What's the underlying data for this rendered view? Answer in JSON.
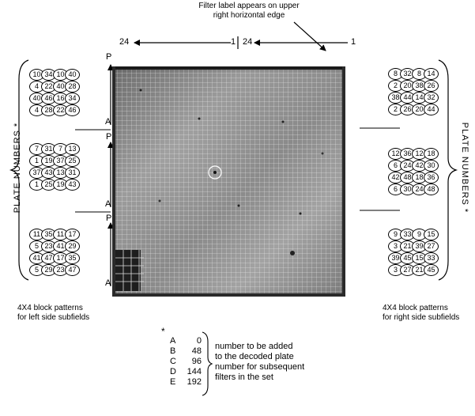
{
  "top_note": {
    "line1": "Filter label appears on upper",
    "line2": "right horizontal edge"
  },
  "numbering": {
    "left_start": "24",
    "left_end": "1",
    "right_start": "24",
    "right_end": "1"
  },
  "side_letters": {
    "p": "P",
    "a": "A"
  },
  "plate_numbers_label": "PLATE NUMBERS *",
  "left_blocks": [
    [
      "10",
      "34",
      "10",
      "40",
      "4",
      "22",
      "40",
      "28",
      "40",
      "46",
      "16",
      "34",
      "4",
      "28",
      "22",
      "46"
    ],
    [
      "7",
      "31",
      "7",
      "13",
      "1",
      "19",
      "37",
      "25",
      "37",
      "43",
      "13",
      "31",
      "1",
      "25",
      "19",
      "43"
    ],
    [
      "11",
      "35",
      "11",
      "17",
      "5",
      "23",
      "41",
      "29",
      "41",
      "47",
      "17",
      "35",
      "5",
      "29",
      "23",
      "47"
    ]
  ],
  "right_blocks": [
    [
      "8",
      "32",
      "8",
      "14",
      "2",
      "20",
      "38",
      "26",
      "38",
      "44",
      "14",
      "32",
      "2",
      "26",
      "20",
      "44"
    ],
    [
      "12",
      "36",
      "12",
      "18",
      "6",
      "24",
      "42",
      "30",
      "42",
      "48",
      "18",
      "36",
      "6",
      "30",
      "24",
      "48"
    ],
    [
      "9",
      "33",
      "9",
      "15",
      "3",
      "21",
      "39",
      "27",
      "39",
      "45",
      "15",
      "33",
      "3",
      "27",
      "21",
      "45"
    ]
  ],
  "left_caption": {
    "line1": "4X4 block patterns",
    "line2": "for left side subfields"
  },
  "right_caption": {
    "line1": "4X4 block patterns",
    "line2": "for right side subfields"
  },
  "footnote": {
    "marker": "*",
    "rows": [
      {
        "letter": "A",
        "value": "0"
      },
      {
        "letter": "B",
        "value": "48"
      },
      {
        "letter": "C",
        "value": "96"
      },
      {
        "letter": "D",
        "value": "144"
      },
      {
        "letter": "E",
        "value": "192"
      }
    ],
    "text_lines": [
      "number to be added",
      "to the decoded plate",
      "number for subsequent",
      "filters in the set"
    ]
  },
  "colors": {
    "ink": "#000000",
    "membrane_dark": "#6d6d6d",
    "membrane_light": "#a3a3a3"
  }
}
